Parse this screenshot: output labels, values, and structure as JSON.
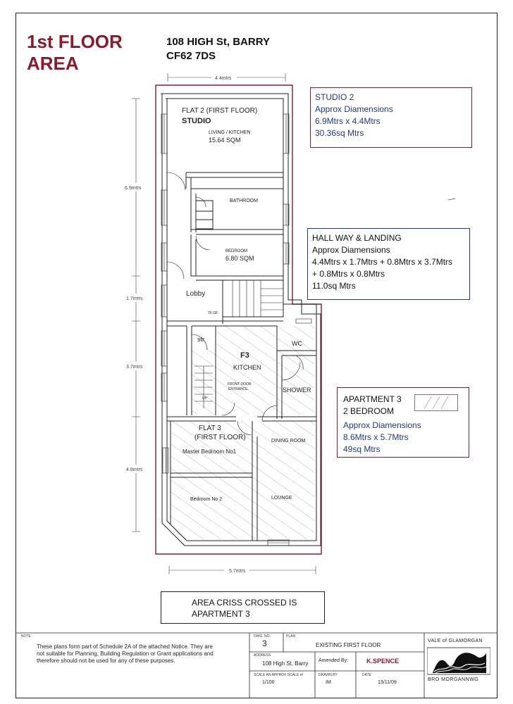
{
  "header": {
    "title_line1": "1st FLOOR",
    "title_line2": "AREA",
    "address_line1": "108 HIGH St, BARRY",
    "address_line2": "CF62 7DS"
  },
  "info_boxes": {
    "studio": {
      "title": "STUDIO 2",
      "line1": "Approx Diamensions",
      "line2": "6.9Mtrs x 4.4Mtrs",
      "line3": "30.36sq Mtrs"
    },
    "hall": {
      "title": "HALL WAY & LANDING",
      "line1": "Approx Diamensions",
      "line2": "4.4Mtrs x 1.7Mtrs + 0.8Mtrs x 3.7Mtrs",
      "line3": "+ 0.8Mtrs x 0.8Mtrs",
      "line4": "11.0sq Mtrs"
    },
    "apartment": {
      "title1": "APARTMENT 3",
      "title2": "2 BEDROOM",
      "line1": "Approx Diamensions",
      "line2": "8.6Mtrs x 5.7Mtrs",
      "line3": "49sq Mtrs"
    }
  },
  "dimensions": {
    "top_width": "4.4mtrs",
    "bottom_width": "5.7mtrs",
    "v1": "6.9mtrs",
    "v2": "1.7mtrs",
    "v3": "3.7mtrs",
    "v4": "4.8mtrs"
  },
  "rooms": {
    "flat2_heading": "FLAT 2 (FIRST FLOOR)",
    "studio": "STUDIO",
    "living": "LIVING / KITCHEN",
    "living_area": "15.64 SQM",
    "bathroom": "BATHROOM",
    "bedroom": "BEDROOM",
    "bedroom_area": "6.80 SQM",
    "lobby": "Lobby",
    "stair_note": "T6 GF",
    "str": "str",
    "up": "UP",
    "f3": "F3",
    "kitchen": "KITCHEN",
    "front_door1": "FRONT DOOR",
    "front_door2": "ENTRANCE",
    "wc": "WC",
    "shower": "SHOWER",
    "flat3_line1": "FLAT 3",
    "flat3_line2": "(FIRST FLOOR)",
    "master": "Master Bedroom No1",
    "dining": "DINING ROOM",
    "bedroom2": "Bedroom No 2",
    "lounge": "LOUNGE"
  },
  "note_box": {
    "line1": "AREA CRISS CROSSED IS",
    "line2": "APARTMENT 3"
  },
  "title_block": {
    "note_label": "NOTE",
    "note_text1": "These plans form part of Schedule 2A of the attached Notice.  They are",
    "note_text2": "not suitable for Planning, Building Regulation or Grant applications and",
    "note_text3": "therefore should not be used for any of these purposes.",
    "dwg_label": "DWG. NO.",
    "dwg_no": "3",
    "plan_label": "PLAN",
    "plan_value": "EXISTING FIRST FLOOR",
    "address_label": "ADDRESS",
    "address_value": "108 High St, Barry",
    "amended_label": "Amended By:",
    "amended_value": "K.SPENCE",
    "scale_label": "SCALE AN APPROX SCALE of",
    "scale_value": "1/100",
    "drawn_label": "DRAWN BY",
    "drawn_value": "IM",
    "date_label": "DATE",
    "date_value": "13/11/09",
    "logo_top": "VALE of GLAMORGAN",
    "logo_bottom": "BRO  MORGANNWG"
  },
  "colors": {
    "maroon": "#8b1a2b",
    "navy": "#1f3a8a",
    "line": "#222222"
  }
}
